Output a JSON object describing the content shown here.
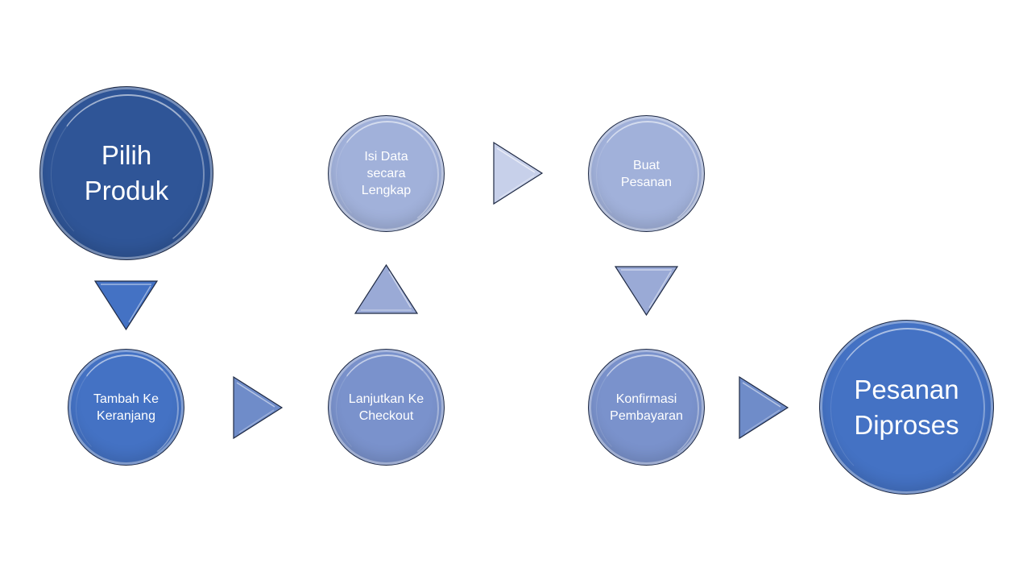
{
  "colors": {
    "dark_blue": "#2f5597",
    "blue": "#4472c4",
    "mid_blue": "#6f8cc9",
    "light_blue": "#a1b1da",
    "outline": "#1f2a44"
  },
  "nodes": [
    {
      "label": "Pilih\nProduk",
      "color": "#2f5597"
    },
    {
      "label": "Tambah Ke\nKeranjang",
      "color": "#4472c4"
    },
    {
      "label": "Lanjutkan Ke\nCheckout",
      "color": "#7a92cc"
    },
    {
      "label": "Isi Data\nsecara\nLengkap",
      "color": "#a1b1da"
    },
    {
      "label": "Buat\nPesanan",
      "color": "#a1b1da"
    },
    {
      "label": "Konfirmasi\nPembayaran",
      "color": "#7a92cc"
    },
    {
      "label": "Pesanan\nDiproses",
      "color": "#4472c4"
    }
  ],
  "arrows": [
    {
      "direction": "down",
      "color": "#4472c4"
    },
    {
      "direction": "right",
      "color": "#6f8cc9"
    },
    {
      "direction": "up",
      "color": "#9aaad6"
    },
    {
      "direction": "right",
      "color": "#c7d0ea"
    },
    {
      "direction": "down",
      "color": "#9aaad6"
    },
    {
      "direction": "right",
      "color": "#6f8cc9"
    }
  ]
}
